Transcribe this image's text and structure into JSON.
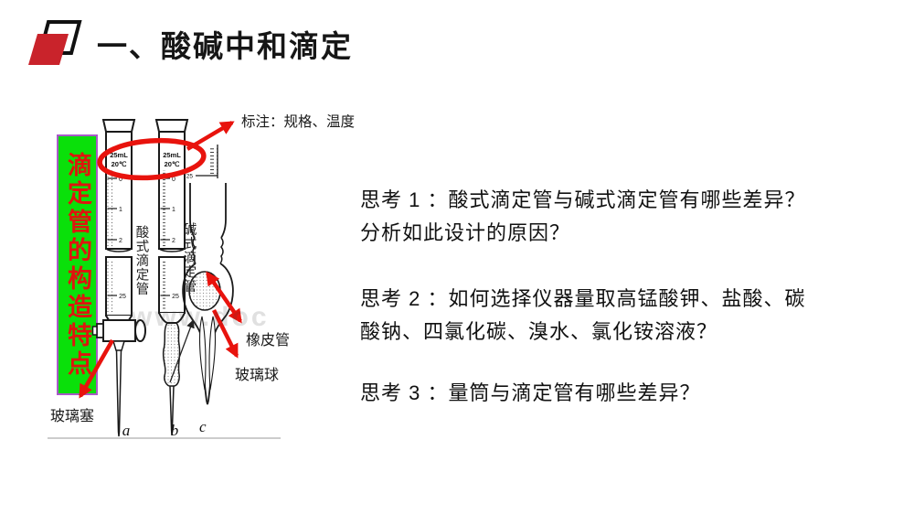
{
  "slide": {
    "title": "一、酸碱中和滴定",
    "background": "#ffffff",
    "accent_red": "#e8130d",
    "title_icon_red": "#c9232b"
  },
  "banner": {
    "text": "滴定管的构造特点",
    "bg": "#0ae00a",
    "border": "#a85ac8",
    "text_color": "#df150e"
  },
  "diagram": {
    "burette_a": {
      "volume_label": "25mL",
      "temp_label": "20℃",
      "name_vertical": "酸式滴定管",
      "scale_numbers": [
        "0",
        "1",
        "2",
        "25"
      ],
      "letter": "a"
    },
    "burette_b": {
      "volume_label": "25mL",
      "temp_label": "20℃",
      "name_vertical": "碱式滴定管",
      "scale_numbers": [
        "0",
        "1",
        "2",
        "25"
      ],
      "letter": "b"
    },
    "tube_c": {
      "scale_number": "25",
      "letter": "c"
    },
    "watermark": "www.doc"
  },
  "annotations": {
    "spec_temp": "标注：规格、温度",
    "rubber_tube": "橡皮管",
    "glass_ball": "玻璃球",
    "glass_stopper": "玻璃塞"
  },
  "questions": [
    {
      "lines": [
        "思考 1 ：酸式滴定管与碱式滴定管有哪些差异？",
        "分析如此设计的原因？"
      ]
    },
    {
      "lines": [
        "思考 2 ：如何选择仪器量取高锰酸钾、盐酸、碳",
        "酸钠、四氯化碳、溴水、氯化铵溶液？"
      ]
    },
    {
      "lines": [
        "思考 3 ：量筒与滴定管有哪些差异？"
      ]
    }
  ]
}
